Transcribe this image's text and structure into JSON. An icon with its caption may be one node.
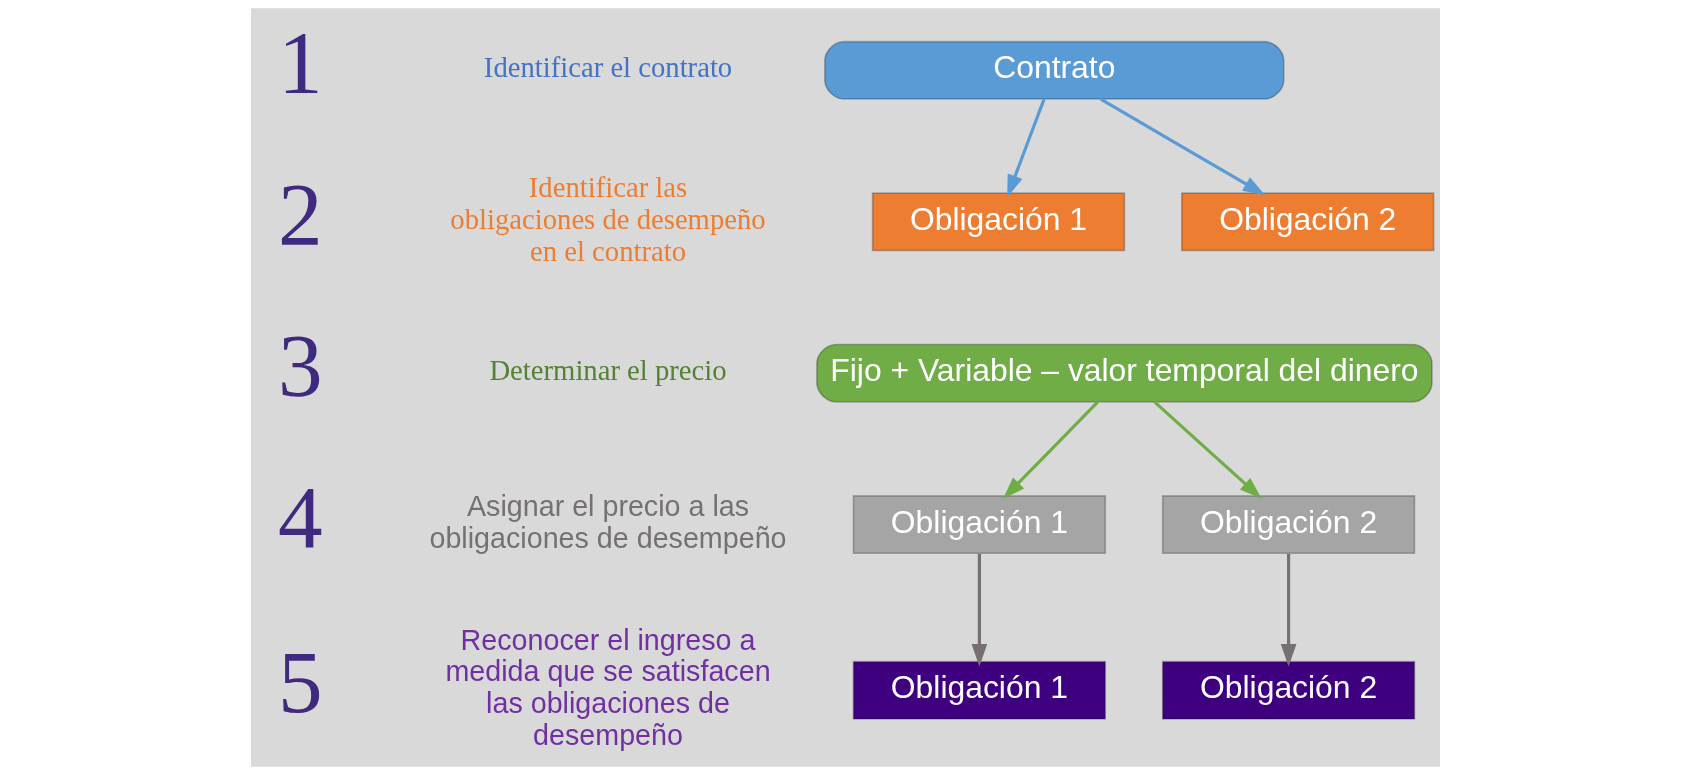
{
  "diagram": {
    "nodes": [
      {
        "text": [
          "Contrato"
        ]
      },
      {
        "text": [
          "Obligación 1"
        ]
      },
      {
        "text": [
          "Obligación 2"
        ]
      },
      {
        "text": [
          "Fijo + Variable – valor temporal del dinero"
        ]
      },
      {
        "text": [
          "Obligación 1"
        ]
      },
      {
        "text": [
          "Obligación 2"
        ]
      },
      {
        "text": [
          "Obligación 1"
        ]
      },
      {
        "text": [
          "Obligación 2"
        ]
      }
    ],
    "edges": [
      {
        "from": 0,
        "to": 1,
        "arrow": "to",
        "color": "#5b9bd5"
      },
      {
        "from": 0,
        "to": 2,
        "arrow": "to",
        "color": "#5b9bd5"
      },
      {
        "from": 3,
        "to": 4,
        "arrow": "to",
        "color": "#70ad47"
      },
      {
        "from": 3,
        "to": 5,
        "arrow": "to",
        "color": "#70ad47"
      },
      {
        "from": 4,
        "to": 6,
        "arrow": "to",
        "color": "#767171"
      },
      {
        "from": 5,
        "to": 7,
        "arrow": "to",
        "color": "#767171"
      }
    ],
    "labels": [
      "1",
      "Identificar el contrato",
      "2",
      "Identificar las obligaciones de desempeño en el contrato",
      "3",
      "Determinar el precio",
      "4",
      "Asignar el precio a las obligaciones de desempeño",
      "5",
      "Reconocer el ingreso a medida que se satisfacen las obligaciones de desempeño"
    ]
  }
}
